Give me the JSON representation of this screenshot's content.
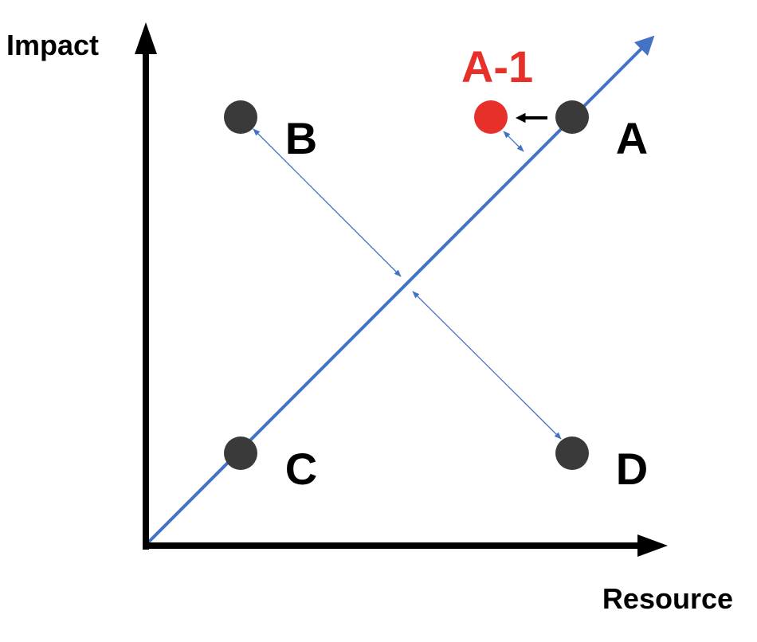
{
  "axes": {
    "y_label": "Impact",
    "x_label": "Resource"
  },
  "points": [
    {
      "id": "A",
      "label": "A"
    },
    {
      "id": "B",
      "label": "B"
    },
    {
      "id": "C",
      "label": "C"
    },
    {
      "id": "D",
      "label": "D"
    },
    {
      "id": "A-1",
      "label": "A-1"
    }
  ],
  "colors": {
    "axis": "#000000",
    "diagonal_line": "#4472C4",
    "point": "#3a3a3a",
    "highlight_point": "#E8302A",
    "highlight_label": "#E8302A",
    "label": "#000000",
    "move_arrow": "#000000"
  }
}
